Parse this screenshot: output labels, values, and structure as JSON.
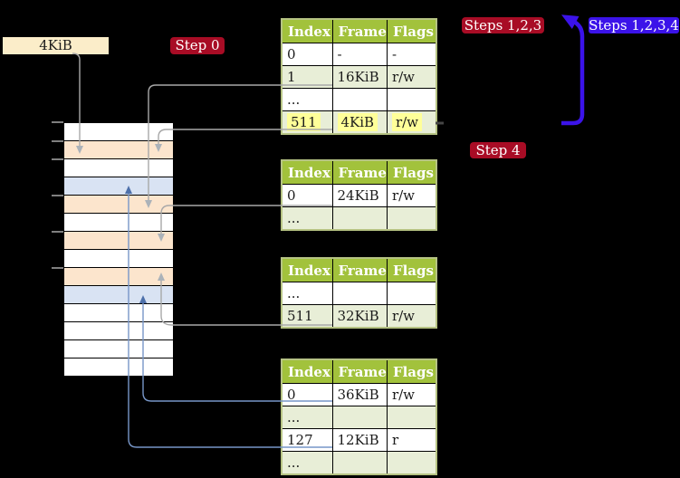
{
  "legend": {
    "frame_size_label": "4KiB"
  },
  "badges": {
    "step0": {
      "label": "Step 0",
      "color": "#a80c25"
    },
    "steps123": {
      "label": "Steps 1,2,3",
      "color": "#a80c25"
    },
    "steps1234": {
      "label": "Steps 1,2,3,4",
      "color": "#3b13e9"
    },
    "step4": {
      "label": "Step 4",
      "color": "#a80c25"
    }
  },
  "memory": {
    "rows": [
      "white",
      "orange",
      "white",
      "blue",
      "orange",
      "white",
      "orange",
      "white",
      "orange",
      "blue",
      "white",
      "white",
      "white",
      "white"
    ],
    "tick_count": 6
  },
  "tables": [
    {
      "headers": [
        "Index",
        "Frame",
        "Flags"
      ],
      "rows": [
        {
          "cells": [
            "0",
            "-",
            "-"
          ],
          "shade": false,
          "highlight": false
        },
        {
          "cells": [
            "1",
            "16KiB",
            "r/w"
          ],
          "shade": true,
          "highlight": false
        },
        {
          "cells": [
            "...",
            "",
            ""
          ],
          "shade": false,
          "highlight": false
        },
        {
          "cells": [
            "511",
            "4KiB",
            "r/w"
          ],
          "shade": true,
          "highlight": true
        }
      ]
    },
    {
      "headers": [
        "Index",
        "Frame",
        "Flags"
      ],
      "rows": [
        {
          "cells": [
            "0",
            "24KiB",
            "r/w"
          ],
          "shade": false,
          "highlight": false
        },
        {
          "cells": [
            "...",
            "",
            ""
          ],
          "shade": true,
          "highlight": false
        }
      ]
    },
    {
      "headers": [
        "Index",
        "Frame",
        "Flags"
      ],
      "rows": [
        {
          "cells": [
            "...",
            "",
            ""
          ],
          "shade": false,
          "highlight": false
        },
        {
          "cells": [
            "511",
            "32KiB",
            "r/w"
          ],
          "shade": true,
          "highlight": false
        }
      ]
    },
    {
      "headers": [
        "Index",
        "Frame",
        "Flags"
      ],
      "rows": [
        {
          "cells": [
            "0",
            "36KiB",
            "r/w"
          ],
          "shade": false,
          "highlight": false
        },
        {
          "cells": [
            "...",
            "",
            ""
          ],
          "shade": true,
          "highlight": false
        },
        {
          "cells": [
            "127",
            "12KiB",
            "r"
          ],
          "shade": false,
          "highlight": false
        },
        {
          "cells": [
            "...",
            "",
            ""
          ],
          "shade": true,
          "highlight": false
        }
      ]
    }
  ],
  "colors": {
    "table_header_bg": "#a2c23c",
    "table_row_shade": "#e8eed7",
    "table_border": "#b6c383",
    "cell_text": "#1b1b1b",
    "highlight_yellow": "#ffff99",
    "orange_frame": "#fce5cd",
    "blue_frame": "#d9e3f3",
    "label_box_bg": "#fbedc9",
    "connector_gray": "#a8a8a8",
    "connector_gray_head": "#abb2b9",
    "connector_blue": "#7796c8",
    "connector_blue_head": "#4d70aa",
    "arrow_violet": "#3b13e9",
    "tick_gray": "#7f7f7f"
  }
}
